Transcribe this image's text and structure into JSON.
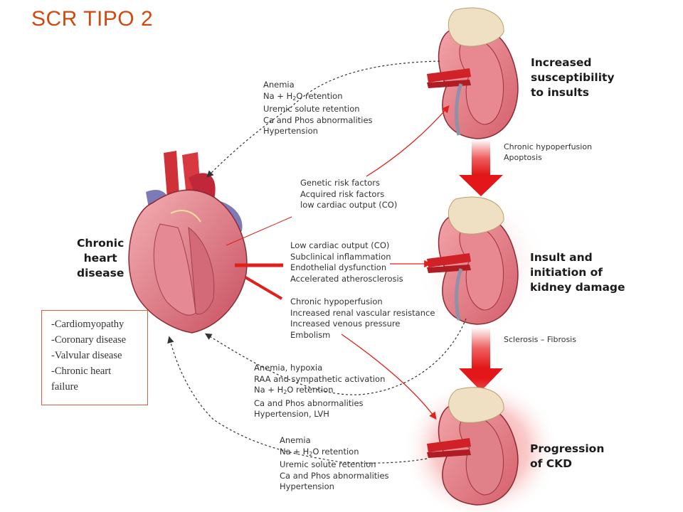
{
  "title": "SCR TIPO 2",
  "heart_label": [
    "Chronic",
    "heart",
    "disease"
  ],
  "stage_labels": {
    "stage1": [
      "Increased",
      "susceptibility",
      "to insults"
    ],
    "stage2": [
      "Insult and",
      "initiation of",
      "kidney damage"
    ],
    "stage3": [
      "Progression",
      "of CKD"
    ]
  },
  "transition_notes": {
    "t1": [
      "Chronic hypoperfusion",
      "Apoptosis"
    ],
    "t2": "Sclerosis – Fibrosis"
  },
  "blocks": {
    "top_feedback": [
      "Anemia",
      "Na + H2O retention",
      "Uremic solute retention",
      "Ca and Phos abnormalities",
      "Hypertension"
    ],
    "risk_factors": [
      "Genetic risk factors",
      "Acquired risk factors",
      "low cardiac output (CO)"
    ],
    "mid_causes": [
      "Low cardiac output (CO)",
      "Subclinical inflammation",
      "Endothelial dysfunction",
      "Accelerated atherosclerosis"
    ],
    "low_causes": [
      "Chronic hypoperfusion",
      "Increased renal vascular resistance",
      "Increased venous pressure",
      "Embolism"
    ],
    "mid_feedback": [
      "Anemia, hypoxia",
      "RAA and sympathetic activation",
      "Na + H2O retention",
      "Ca and Phos abnormalities",
      "Hypertension, LVH"
    ],
    "bottom_feedback": [
      "Anemia",
      "Na + H2O retention",
      "Uremic solute retention",
      "Ca and Phos abnormalities",
      "Hypertension"
    ]
  },
  "heart_disease_list": [
    "-Cardiomyopathy",
    "-Coronary disease",
    "-Valvular disease",
    "-Chronic heart",
    "failure"
  ],
  "colors": {
    "title": "#d04a0f",
    "arrow": "#e0201a",
    "box_border": "#d8603a"
  }
}
